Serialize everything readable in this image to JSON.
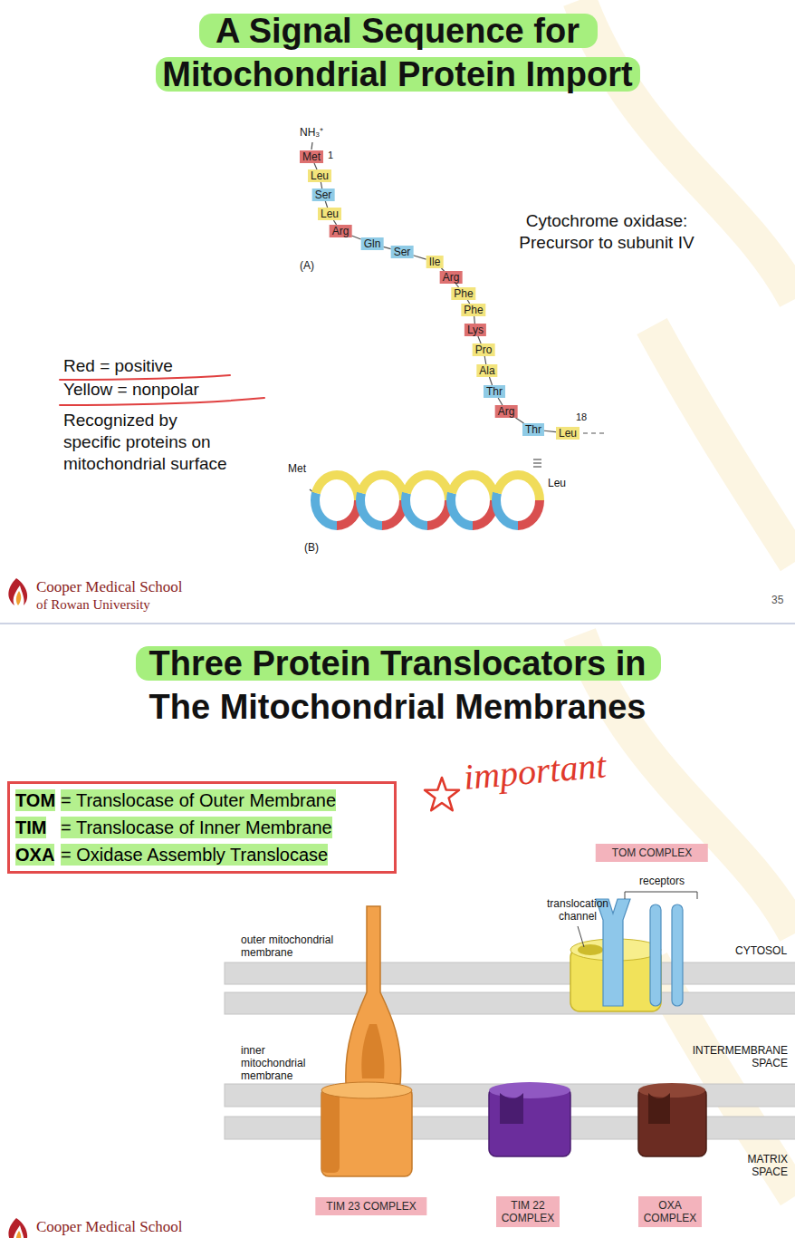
{
  "diagram": {
    "title": "A Signal Sequence for Mitochondrial Protein Import",
    "nodes": [
      {
        "text": [
          "Met"
        ]
      },
      {
        "text": [
          "Leu"
        ]
      },
      {
        "text": [
          "Ser"
        ]
      },
      {
        "text": [
          "Leu"
        ]
      },
      {
        "text": [
          "Arg"
        ]
      },
      {
        "text": [
          "Gln"
        ]
      },
      {
        "text": [
          "Ser"
        ]
      },
      {
        "text": [
          "Ile"
        ]
      },
      {
        "text": [
          "Arg"
        ]
      },
      {
        "text": [
          "Phe"
        ]
      },
      {
        "text": [
          "Phe"
        ]
      },
      {
        "text": [
          "Lys"
        ]
      },
      {
        "text": [
          "Pro"
        ]
      },
      {
        "text": [
          "Ala"
        ]
      },
      {
        "text": [
          "Thr"
        ]
      },
      {
        "text": [
          "Arg"
        ]
      },
      {
        "text": [
          "Thr"
        ]
      },
      {
        "text": [
          "Leu"
        ]
      },
      {
        "text": [
          "TOM",
          "= Translocase of Outer Membrane",
          "TIM",
          "= Translocase of Inner Membrane",
          "OXA",
          "= Oxidase Assembly Translocase"
        ]
      },
      {
        "text": [
          "TOM COMPLEX"
        ]
      },
      {
        "text": [
          "TIM 23 COMPLEX"
        ]
      },
      {
        "text": [
          "TIM 22 COMPLEX"
        ]
      },
      {
        "text": [
          "OXA COMPLEX"
        ]
      }
    ],
    "edges": [
      {
        "from": 0,
        "to": 1,
        "arrow": "none"
      },
      {
        "from": 1,
        "to": 2,
        "arrow": "none"
      },
      {
        "from": 2,
        "to": 3,
        "arrow": "none"
      },
      {
        "from": 3,
        "to": 4,
        "arrow": "none"
      },
      {
        "from": 4,
        "to": 5,
        "arrow": "none"
      },
      {
        "from": 5,
        "to": 6,
        "arrow": "none"
      },
      {
        "from": 6,
        "to": 7,
        "arrow": "none"
      },
      {
        "from": 7,
        "to": 8,
        "arrow": "none"
      },
      {
        "from": 8,
        "to": 9,
        "arrow": "none"
      },
      {
        "from": 9,
        "to": 10,
        "arrow": "none"
      },
      {
        "from": 10,
        "to": 11,
        "arrow": "none"
      },
      {
        "from": 11,
        "to": 12,
        "arrow": "none"
      },
      {
        "from": 12,
        "to": 13,
        "arrow": "none"
      },
      {
        "from": 13,
        "to": 14,
        "arrow": "none"
      },
      {
        "from": 14,
        "to": 15,
        "arrow": "none"
      },
      {
        "from": 15,
        "to": 16,
        "arrow": "none"
      },
      {
        "from": 16,
        "to": 17,
        "arrow": "none"
      }
    ],
    "labels": [
      "NH₃⁺",
      "1",
      "Cytochrome oxidase: Precursor to subunit IV",
      "(A)",
      "Red = positive",
      "Yellow = nonpolar",
      "Recognized by specific proteins on mitochondrial surface",
      "18",
      "Met",
      "Leu",
      "(B)",
      "Cooper Medical School",
      "of Rowan University",
      "35",
      "Three Protein Translocators in The Mitochondrial Membranes",
      "important",
      "receptors",
      "translocation channel",
      "outer mitochondrial membrane",
      "CYTOSOL",
      "INTERMEMBRANE SPACE",
      "inner mitochondrial membrane",
      "MATRIX SPACE",
      "Cooper Medical School"
    ]
  }
}
